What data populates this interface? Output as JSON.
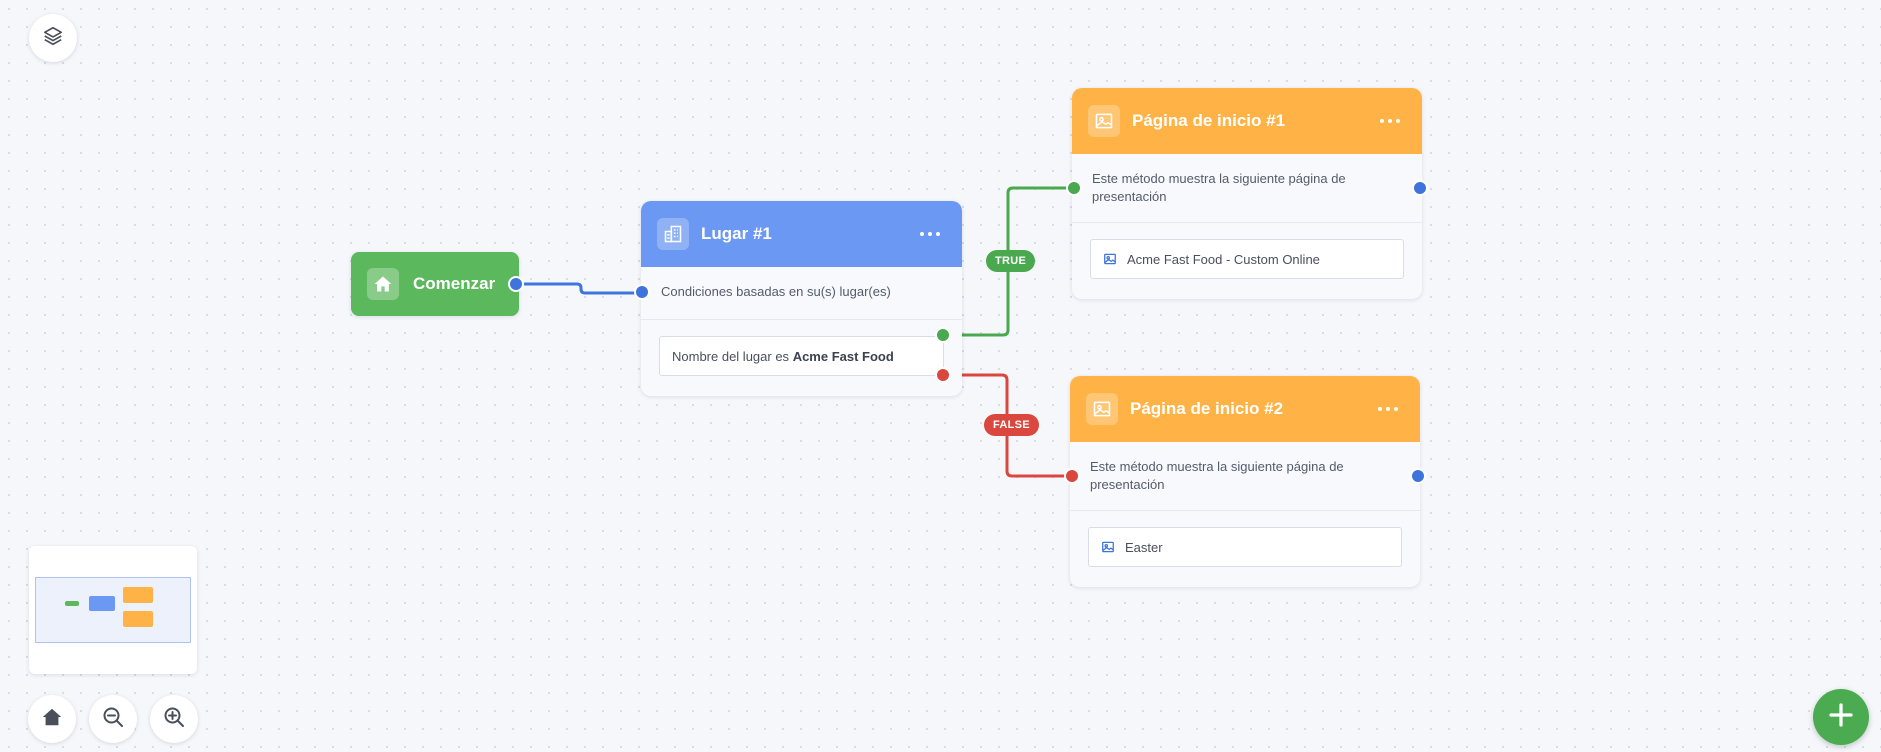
{
  "colors": {
    "start": "#5cb85c",
    "place": "#6b98f2",
    "landing": "#ffb347",
    "true": "#4aa84e",
    "false": "#d9473f",
    "port": "#3f74dc"
  },
  "toolbar": {
    "layers_icon": "layers-icon"
  },
  "start_node": {
    "icon": "home-icon",
    "label": "Comenzar"
  },
  "place_node": {
    "icon": "building-icon",
    "title": "Lugar #1",
    "description": "Condiciones basadas en su(s) lugar(es)",
    "condition_prefix": "Nombre del lugar es",
    "condition_value": "Acme Fast Food"
  },
  "edge_labels": {
    "true": "TRUE",
    "false": "FALSE"
  },
  "landing_nodes": [
    {
      "icon": "image-icon",
      "title": "Página de inicio #1",
      "description": "Este método muestra la siguiente página de presentación",
      "page": "Acme Fast Food - Custom Online"
    },
    {
      "icon": "image-icon",
      "title": "Página de inicio #2",
      "description": "Este método muestra la siguiente página de presentación",
      "page": "Easter"
    }
  ],
  "controls": {
    "home_icon": "home-icon",
    "zoom_out_icon": "zoom-out-icon",
    "zoom_in_icon": "zoom-in-icon",
    "add_icon": "plus-icon"
  }
}
